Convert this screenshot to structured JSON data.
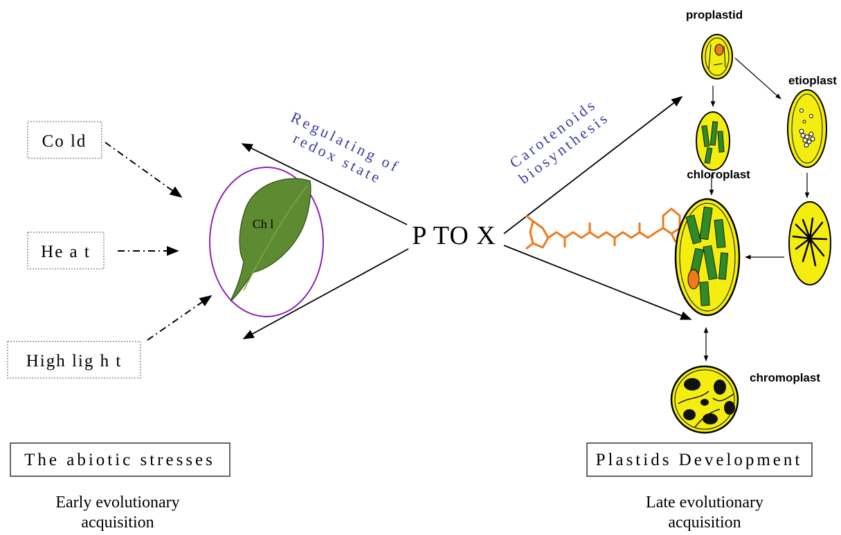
{
  "center": {
    "label": "P TO X"
  },
  "stresses": {
    "cold": "Co ld",
    "heat": "He a t",
    "high_light": "High lig h t"
  },
  "leaf": {
    "label": "Ch l"
  },
  "arrows": {
    "redox": [
      "Regulating of",
      "redox state"
    ],
    "carotenoids": [
      "Carotenoids",
      "biosynthesis"
    ]
  },
  "boxes": {
    "left": "The abiotic stresses",
    "right": "Plastids Development"
  },
  "captions": {
    "left": [
      "Early evolutionary",
      "acquisition"
    ],
    "right": [
      "Late  evolutionary",
      "acquisition"
    ]
  },
  "plastids": {
    "proplastid": "proplastid",
    "etioplast": "etioplast",
    "chloroplast": "chloroplast",
    "chromoplast": "chromoplast"
  },
  "colors": {
    "arrow": "#000000",
    "annotation_text": "#3b3ba0",
    "leaf_outline": "#8a22b8",
    "leaf_fill": "#5e8b32",
    "plastid_fill": "#f4ee10",
    "thylakoid": "#2f8a2a",
    "carotene": "#ee7a1a"
  }
}
